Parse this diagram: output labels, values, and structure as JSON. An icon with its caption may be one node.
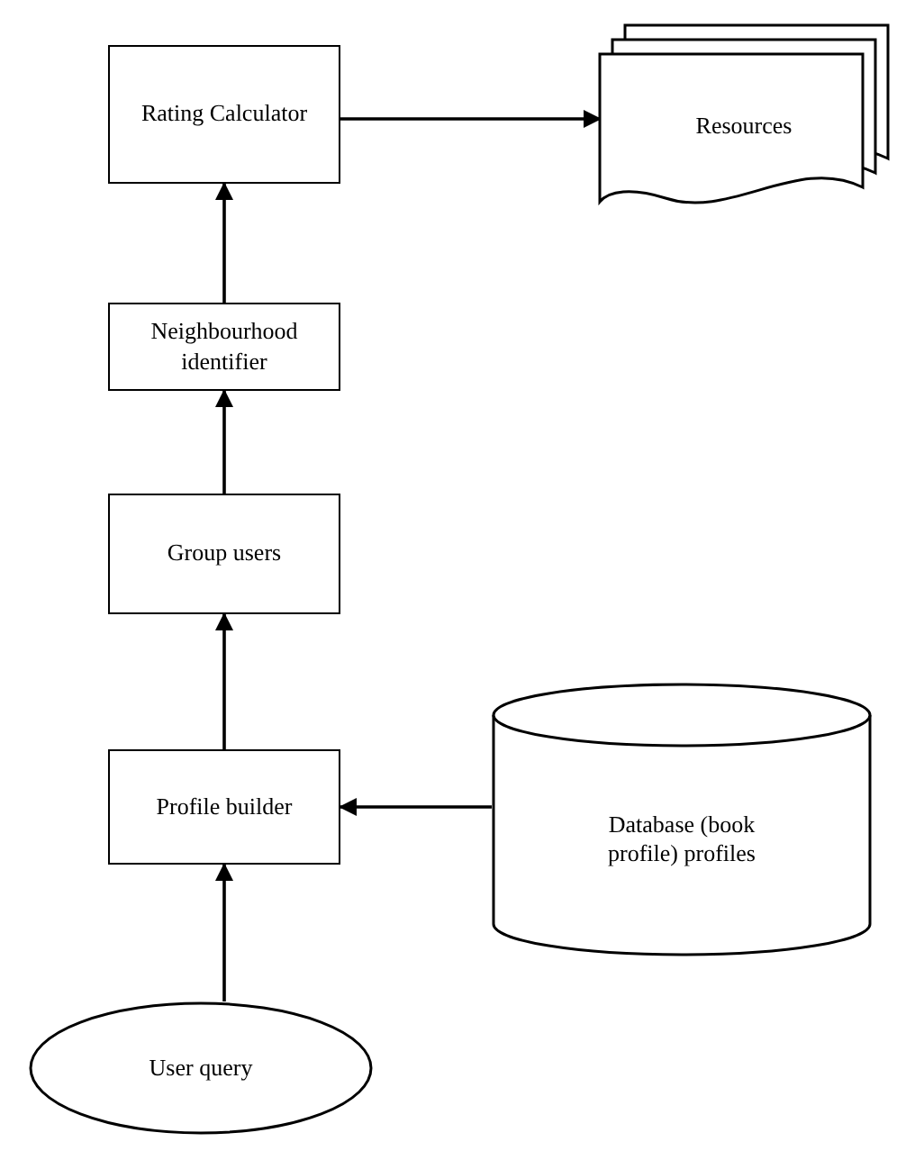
{
  "diagram": {
    "nodes": [
      {
        "text": [
          "Rating Calculator"
        ]
      },
      {
        "text": [
          "Resources"
        ]
      },
      {
        "text": [
          "Neighbourhood identifier"
        ]
      },
      {
        "text": [
          "Group users"
        ]
      },
      {
        "text": [
          "Profile builder"
        ]
      },
      {
        "text": [
          "Database (book profile) profiles"
        ]
      },
      {
        "text": [
          "User query"
        ]
      }
    ],
    "edges": [
      {
        "from": 0,
        "to": 1,
        "arrow": "to"
      },
      {
        "from": 2,
        "to": 0,
        "arrow": "to"
      },
      {
        "from": 3,
        "to": 2,
        "arrow": "to"
      },
      {
        "from": 4,
        "to": 3,
        "arrow": "to"
      },
      {
        "from": 5,
        "to": 4,
        "arrow": "to"
      },
      {
        "from": 6,
        "to": 4,
        "arrow": "to"
      }
    ]
  }
}
